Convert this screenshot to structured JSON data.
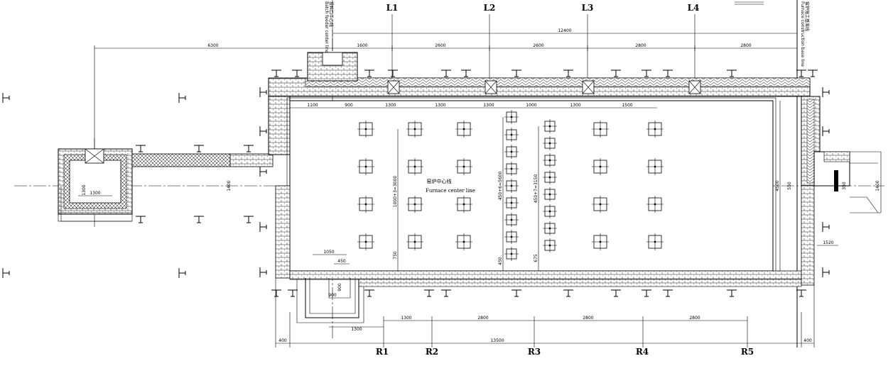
{
  "axes_top": [
    "L1",
    "L2",
    "L3",
    "L4"
  ],
  "axes_bottom": [
    "R1",
    "R2",
    "R3",
    "R4",
    "R5"
  ],
  "dims_top_total": "12400",
  "dims_top": [
    "6300",
    "1600",
    "2600",
    "2600",
    "2800",
    "2800"
  ],
  "dims_inner_top": [
    "1100",
    "900",
    "1300",
    "1300",
    "1300",
    "1000",
    "1300",
    "1500"
  ],
  "dims_bottom": [
    "1300",
    "2800",
    "2800",
    "2800"
  ],
  "dims_overall": [
    "400",
    "13500",
    "400"
  ],
  "dims_misc": {
    "flue_w": "1300",
    "flue_h": "1300",
    "duct_h": "1400",
    "left_1050": "1050",
    "left_450": "450",
    "left_900a": "900",
    "left_900b": "900",
    "left_1300": "1300",
    "v1": "1000+3=3000",
    "v2": "450+6=5600",
    "v3": "450+7=3150",
    "v4": "750",
    "v5": "450",
    "v6": "675",
    "right_4500": "4500",
    "right_550": "550",
    "right_350": "350",
    "right_1520": "1520",
    "far_right_1400": "1400"
  },
  "labels": {
    "center_cn": "窑炉中心线",
    "center_en": "Furnace center line",
    "left_vertical_en": "Batch feeder center line",
    "left_vertical_cn": "投料口中心线",
    "right_vertical_en": "Furnace construction base line",
    "right_vertical_cn": "窑炉施工基准线"
  }
}
